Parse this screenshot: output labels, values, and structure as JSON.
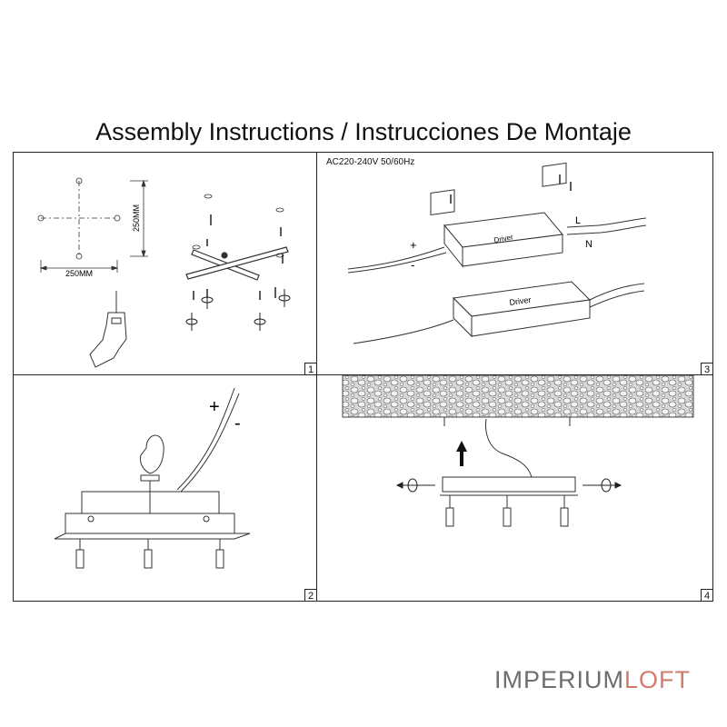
{
  "title": "Assembly Instructions / Instrucciones De Montaje",
  "panels": [
    {
      "number": "1",
      "dim_horizontal": "250MM",
      "dim_vertical": "250MM"
    },
    {
      "number": "2",
      "plus": "+",
      "minus": "-"
    },
    {
      "number": "3",
      "voltage": "AC220-240V 50/60Hz",
      "driver_label": "Driver",
      "plus": "+",
      "minus": "-",
      "live": "L",
      "neutral": "N"
    },
    {
      "number": "4"
    }
  ],
  "brand": {
    "part1": "IMPERIUM",
    "part2": "LOFT",
    "color1": "#6e6e6e",
    "color2": "#d27b6c"
  }
}
